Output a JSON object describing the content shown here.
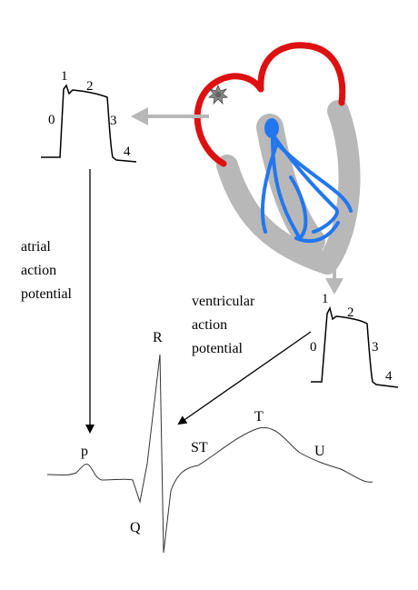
{
  "atrial": {
    "phase_labels": [
      "0",
      "1",
      "2",
      "3",
      "4"
    ],
    "caption_lines": [
      "atrial",
      "action",
      "potential"
    ]
  },
  "ventricular": {
    "phase_labels": [
      "0",
      "1",
      "2",
      "3",
      "4"
    ],
    "caption_lines": [
      "ventricular",
      "action",
      "potential"
    ]
  },
  "ecg": {
    "wave_labels": {
      "p": "p",
      "q": "Q",
      "r": "R",
      "st": "ST",
      "t": "T",
      "u": "U"
    }
  },
  "heart": {
    "icons": [
      "sa-node-spark-icon"
    ],
    "colors": {
      "atria": "#dd1111",
      "ventricles": "#b8b8b8",
      "conduction": "#2277ee",
      "arrows": "#b8b8b8",
      "lines": "#000000"
    }
  }
}
